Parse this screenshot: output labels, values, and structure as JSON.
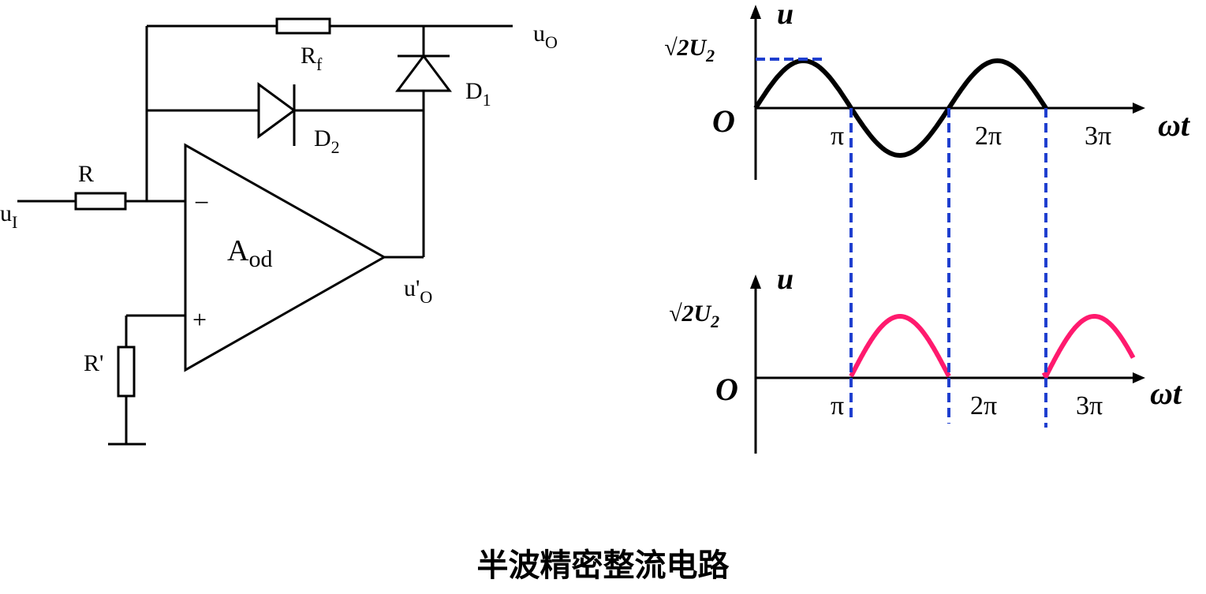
{
  "caption": "半波精密整流电路",
  "circuit": {
    "input_label": {
      "main": "u",
      "sub": "I"
    },
    "output_label": {
      "main": "u",
      "sub": "O"
    },
    "opamp_output_label": {
      "main": "u'",
      "sub": "O"
    },
    "opamp_label": {
      "main": "A",
      "sub": "od"
    },
    "resistor_r": "R",
    "resistor_rf": {
      "main": "R",
      "sub": "f"
    },
    "resistor_r_prime": "R'",
    "diode_d1": {
      "main": "D",
      "sub": "1"
    },
    "diode_d2": {
      "main": "D",
      "sub": "2"
    },
    "minus_sign": "−",
    "plus_sign": "+"
  },
  "waveforms": {
    "top": {
      "y_axis": "u",
      "amplitude": {
        "main": "√2U",
        "sub": "2"
      },
      "origin": "O",
      "x_axis": "ωt",
      "ticks": [
        "π",
        "2π",
        "3π"
      ]
    },
    "bottom": {
      "y_axis": "u",
      "amplitude": {
        "main": "√2U",
        "sub": "2"
      },
      "origin": "O",
      "x_axis": "ωt",
      "ticks": [
        "π",
        "2π",
        "3π"
      ]
    }
  },
  "colors": {
    "wire": "#000000",
    "input_wave": "#000000",
    "output_wave": "#ff1a6e",
    "guide": "#1f3fcf"
  }
}
